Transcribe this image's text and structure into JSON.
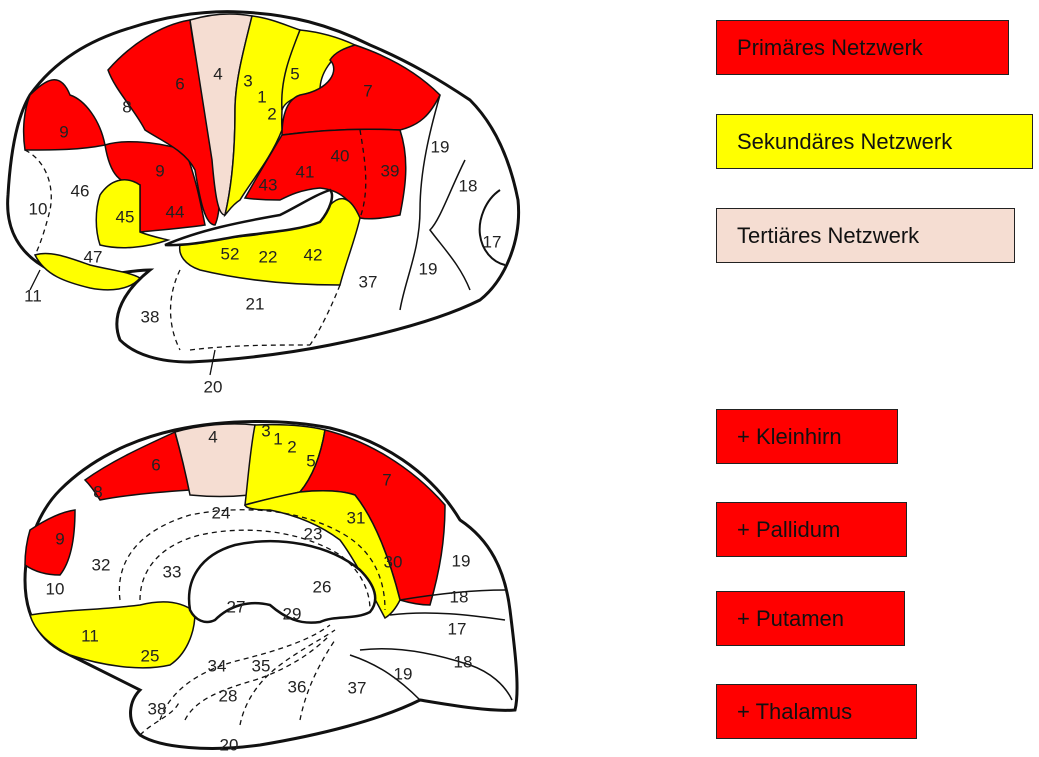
{
  "legend": {
    "primary": {
      "label": "Primäres Netzwerk",
      "color": "#ff0000"
    },
    "secondary": {
      "label": "Sekundäres Netzwerk",
      "color": "#ffff00"
    },
    "tertiary": {
      "label": "Tertiäres Netzwerk",
      "color": "#f5ddd2"
    }
  },
  "additions": [
    {
      "label": "+ Kleinhirn"
    },
    {
      "label": "+ Pallidum"
    },
    {
      "label": "+ Putamen"
    },
    {
      "label": "+ Thalamus"
    }
  ],
  "lateral_areas": {
    "a4": "4",
    "a6": "6",
    "a3": "3",
    "a1": "1",
    "a2": "2",
    "a5": "5",
    "a7": "7",
    "a8": "8",
    "a9a": "9",
    "a9b": "9",
    "a46": "46",
    "a10": "10",
    "a45": "45",
    "a44": "44",
    "a43": "43",
    "a40": "40",
    "a41": "41",
    "a39": "39",
    "a19a": "19",
    "a18": "18",
    "a17": "17",
    "a19b": "19",
    "a47": "47",
    "a11": "11",
    "a52": "52",
    "a22": "22",
    "a42": "42",
    "a37": "37",
    "a38": "38",
    "a21": "21",
    "a20": "20"
  },
  "medial_areas": {
    "a4": "4",
    "a3": "3",
    "a1": "1",
    "a2": "2",
    "a5": "5",
    "a6": "6",
    "a7": "7",
    "a8": "8",
    "a9": "9",
    "a24": "24",
    "a23": "23",
    "a31": "31",
    "a32": "32",
    "a33": "33",
    "a10": "10",
    "a30": "30",
    "a19a": "19",
    "a18a": "18",
    "a17": "17",
    "a26": "26",
    "a29": "29",
    "a27": "27",
    "a11": "11",
    "a25": "25",
    "a34": "34",
    "a35": "35",
    "a28": "28",
    "a36": "36",
    "a37": "37",
    "a19b": "19",
    "a18b": "18",
    "a38": "38",
    "a20": "20"
  }
}
